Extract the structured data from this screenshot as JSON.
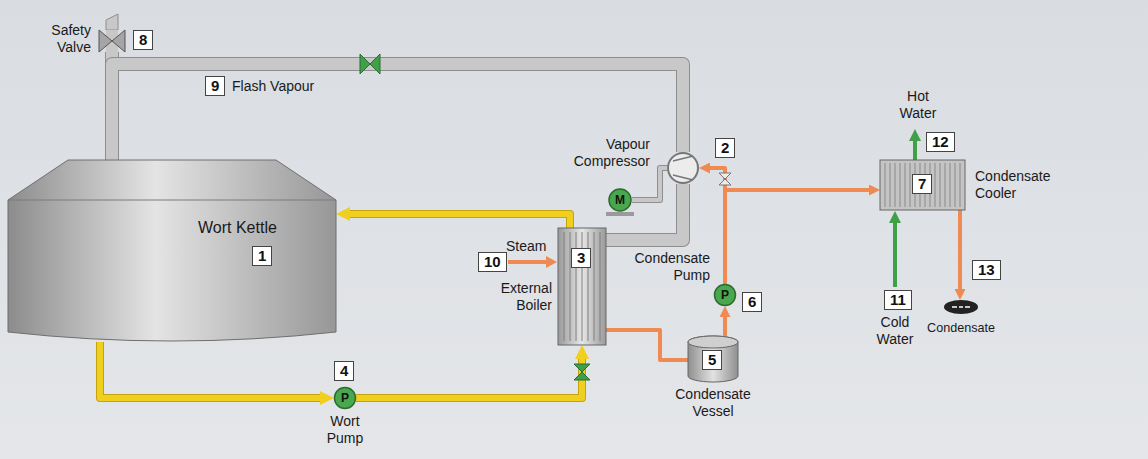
{
  "diagram": {
    "nodes": [
      {
        "text": [
          "Wort Kettle",
          "1"
        ]
      },
      {
        "text": [
          "Safety Valve",
          "8"
        ]
      },
      {
        "text": [
          "Vapour Compressor",
          "2"
        ]
      },
      {
        "text": [
          "M"
        ]
      },
      {
        "text": [
          "External Boiler",
          "3"
        ]
      },
      {
        "text": [
          "4",
          "P",
          "Wort Pump"
        ]
      },
      {
        "text": [
          "5",
          "Condensate Vessel"
        ]
      },
      {
        "text": [
          "Condensate Pump",
          "P",
          "6"
        ]
      },
      {
        "text": [
          "7",
          "Condensate Cooler"
        ]
      },
      {
        "text": [
          "13",
          "Condensate"
        ]
      }
    ],
    "edges": [
      {
        "from": 0,
        "to": 5,
        "arrow": "to"
      },
      {
        "from": 5,
        "to": 4,
        "arrow": "to"
      },
      {
        "from": 4,
        "to": 0,
        "arrow": "to"
      },
      {
        "from": 0,
        "to": 1,
        "arrow": "none"
      },
      {
        "from": 0,
        "to": 2,
        "arrow": "none"
      },
      {
        "from": 3,
        "to": 2,
        "arrow": "none"
      },
      {
        "from": 2,
        "to": 4,
        "arrow": "none"
      },
      {
        "from": 4,
        "to": 6,
        "arrow": "none"
      },
      {
        "from": 6,
        "to": 7,
        "arrow": "to"
      },
      {
        "from": 7,
        "to": 2,
        "arrow": "to"
      },
      {
        "from": 7,
        "to": 8,
        "arrow": "to"
      },
      {
        "from": 8,
        "to": 9,
        "arrow": "to"
      }
    ],
    "labels": [
      "9",
      "Flash Vapour",
      "Steam",
      "10",
      "Hot Water",
      "12",
      "Cold Water",
      "11"
    ]
  }
}
